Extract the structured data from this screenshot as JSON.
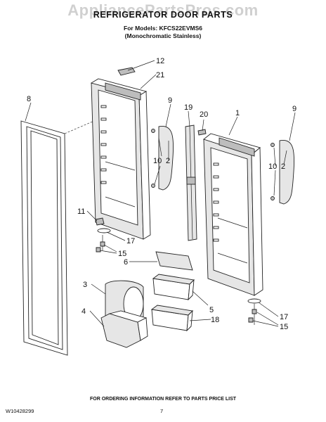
{
  "header": {
    "watermark": "AppliancePartsPros.com",
    "title": "REFRIGERATOR DOOR PARTS",
    "models": "For Models: KFCS22EVMS6",
    "finish": "(Monochromatic Stainless)"
  },
  "callouts": {
    "c1": "1",
    "c2a": "2",
    "c2b": "2",
    "c3": "3",
    "c4": "4",
    "c5": "5",
    "c6": "6",
    "c8": "8",
    "c9a": "9",
    "c9b": "9",
    "c10a": "10",
    "c10b": "10",
    "c11": "11",
    "c12": "12",
    "c15a": "15",
    "c15b": "15",
    "c17a": "17",
    "c17b": "17",
    "c18": "18",
    "c19": "19",
    "c20": "20",
    "c21": "21"
  },
  "footer": {
    "ordering_info": "FOR ORDERING INFORMATION REFER TO PARTS PRICE LIST",
    "doc_number": "W10428299",
    "page_number": "7"
  }
}
